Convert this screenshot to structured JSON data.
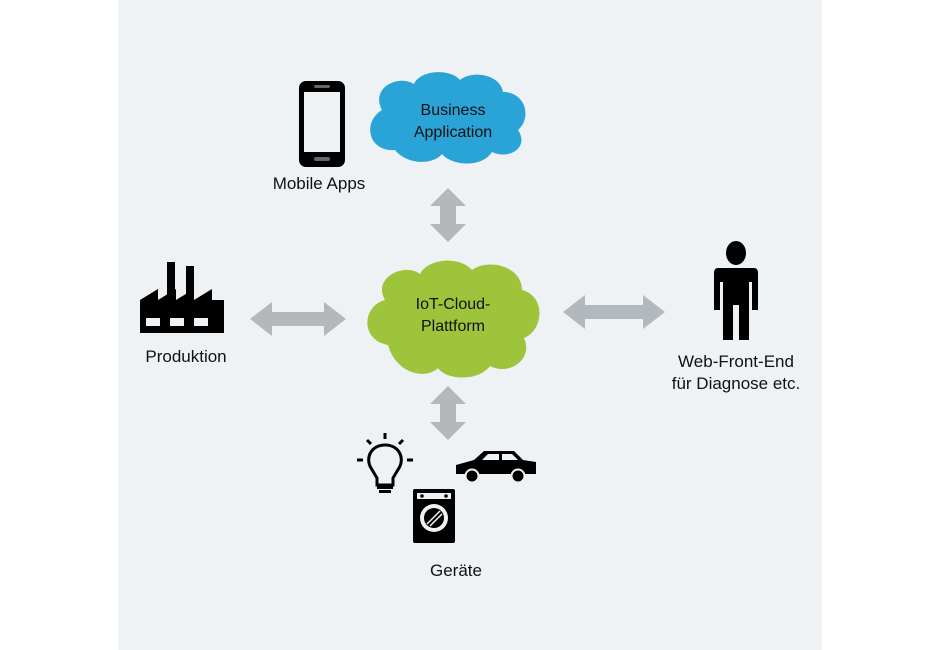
{
  "nodes": {
    "business_application": {
      "line1": "Business",
      "line2": "Application",
      "color": "#2aa3d6"
    },
    "iot_cloud": {
      "line1": "IoT-Cloud-",
      "line2": "Plattform",
      "color": "#9dc43b"
    },
    "mobile_apps": {
      "label": "Mobile Apps"
    },
    "produktion": {
      "label": "Produktion"
    },
    "web_front_end": {
      "line1": "Web-Front-End",
      "line2": "für Diagnose etc."
    },
    "geraete": {
      "label": "Geräte"
    }
  },
  "colors": {
    "background": "#eef2f5",
    "arrow": "#b3b8bd",
    "icon": "#000000"
  }
}
